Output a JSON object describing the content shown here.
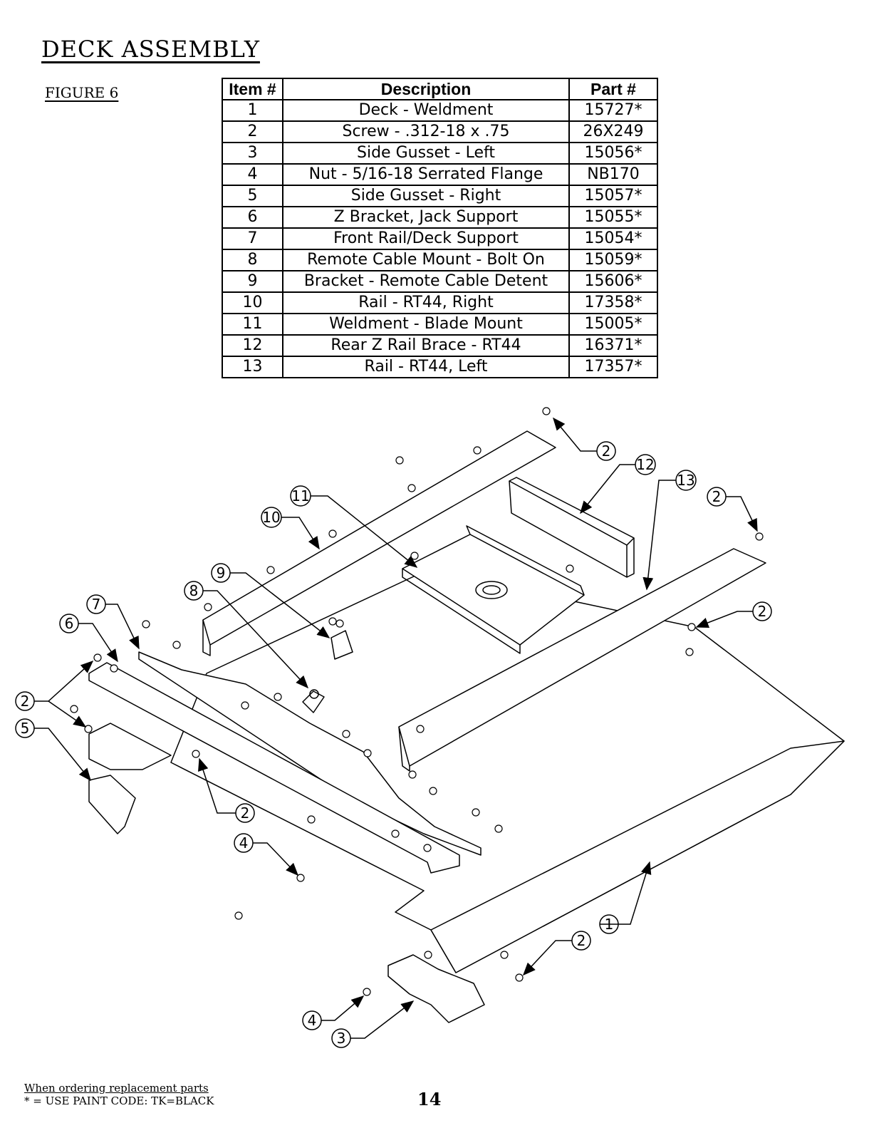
{
  "header": {
    "title": "DECK ASSEMBLY",
    "figure": "FIGURE 6"
  },
  "table": {
    "columns": [
      "Item #",
      "Description",
      "Part #"
    ],
    "rows": [
      [
        "1",
        "Deck - Weldment",
        "15727*"
      ],
      [
        "2",
        "Screw - .312-18 x .75",
        "26X249"
      ],
      [
        "3",
        "Side Gusset - Left",
        "15056*"
      ],
      [
        "4",
        "Nut - 5/16-18 Serrated Flange",
        "NB170"
      ],
      [
        "5",
        "Side Gusset - Right",
        "15057*"
      ],
      [
        "6",
        "Z Bracket, Jack Support",
        "15055*"
      ],
      [
        "7",
        "Front Rail/Deck Support",
        "15054*"
      ],
      [
        "8",
        "Remote Cable Mount - Bolt On",
        "15059*"
      ],
      [
        "9",
        "Bracket - Remote Cable Detent",
        "15606*"
      ],
      [
        "10",
        "Rail - RT44, Right",
        "17358*"
      ],
      [
        "11",
        "Weldment - Blade Mount",
        "15005*"
      ],
      [
        "12",
        "Rear Z Rail Brace - RT44",
        "16371*"
      ],
      [
        "13",
        "Rail - RT44, Left",
        "17357*"
      ]
    ]
  },
  "callouts": [
    "2",
    "12",
    "13",
    "2",
    "11",
    "10",
    "9",
    "8",
    "7",
    "6",
    "2",
    "2",
    "5",
    "2",
    "4",
    "1",
    "2",
    "4",
    "3"
  ],
  "footer": {
    "note_line1": "When ordering replacement parts",
    "note_line2": "* = USE PAINT CODE: TK=BLACK",
    "page_number": "14"
  }
}
